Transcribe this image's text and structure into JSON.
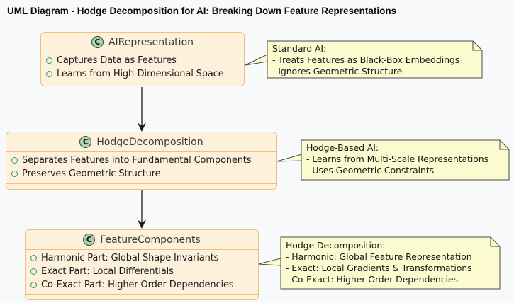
{
  "title": "UML Diagram - Hodge Decomposition for AI: Breaking Down Feature Representations",
  "colors": {
    "page_background": "#F8F9FB",
    "class_fill": "#FDF1DC",
    "class_border": "#EFBF7E",
    "class_icon_fill": "#ADD1B2",
    "method_bullet_green": "#2E9960",
    "note_fill": "#FBFBCF",
    "note_border": "#4A4A4A",
    "arrow_color": "#1A1A1A"
  },
  "classes": [
    {
      "letter": "C",
      "name": "AIRepresentation",
      "members": [
        "Captures Data as Features",
        "Learns from High-Dimensional Space"
      ]
    },
    {
      "letter": "C",
      "name": "HodgeDecomposition",
      "members": [
        "Separates Features into Fundamental Components",
        "Preserves Geometric Structure"
      ]
    },
    {
      "letter": "C",
      "name": "FeatureComponents",
      "members": [
        "Harmonic Part: Global Shape Invariants",
        "Exact Part: Local Differentials",
        "Co-Exact Part: Higher-Order Dependencies"
      ]
    }
  ],
  "notes": [
    {
      "attached_to": "AIRepresentation",
      "lines": [
        "Standard AI:",
        "- Treats Features as Black-Box Embeddings",
        "- Ignores Geometric Structure"
      ]
    },
    {
      "attached_to": "HodgeDecomposition",
      "lines": [
        "Hodge-Based AI:",
        "- Learns from Multi-Scale Representations",
        "- Uses Geometric Constraints"
      ]
    },
    {
      "attached_to": "FeatureComponents",
      "lines": [
        "Hodge Decomposition:",
        "- Harmonic: Global Feature Representation",
        "- Exact: Local Gradients & Transformations",
        "- Co-Exact: Higher-Order Dependencies"
      ]
    }
  ],
  "relations": [
    {
      "from": "AIRepresentation",
      "to": "HodgeDecomposition",
      "type": "arrow"
    },
    {
      "from": "HodgeDecomposition",
      "to": "FeatureComponents",
      "type": "arrow"
    }
  ]
}
